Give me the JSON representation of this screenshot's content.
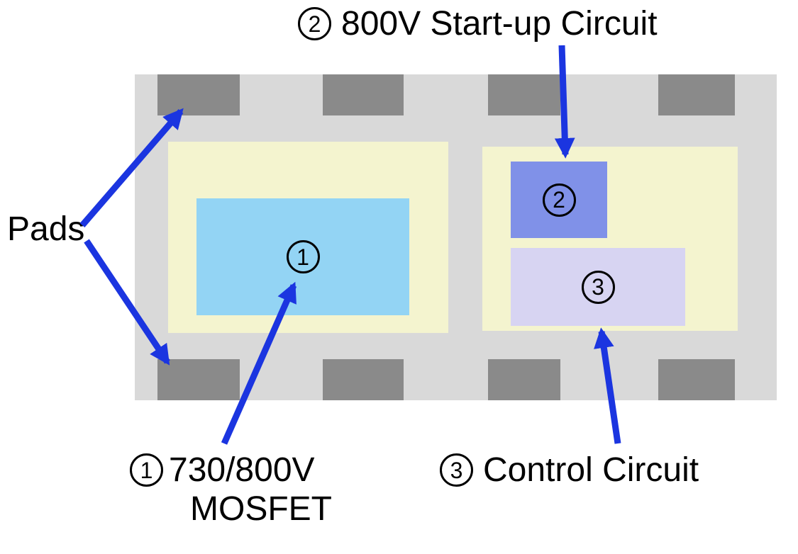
{
  "colors": {
    "package": "#d9d9d9",
    "pad": "#8a8a8a",
    "die_attach": "#f4f4cf",
    "mosfet_die": "#93d4f4",
    "startup_die": "#8091e8",
    "control_die": "#d7d4f2",
    "arrow": "#1b35e0",
    "text": "#000000"
  },
  "labels": {
    "pads": "Pads",
    "startup_num": "2",
    "startup_text": "800V Start-up Circuit",
    "mosfet_num": "1",
    "mosfet_line1": "730/800V",
    "mosfet_line2": "MOSFET",
    "control_num": "3",
    "control_text": "Control Circuit"
  },
  "markers": {
    "mosfet": "1",
    "startup": "2",
    "control": "3"
  }
}
